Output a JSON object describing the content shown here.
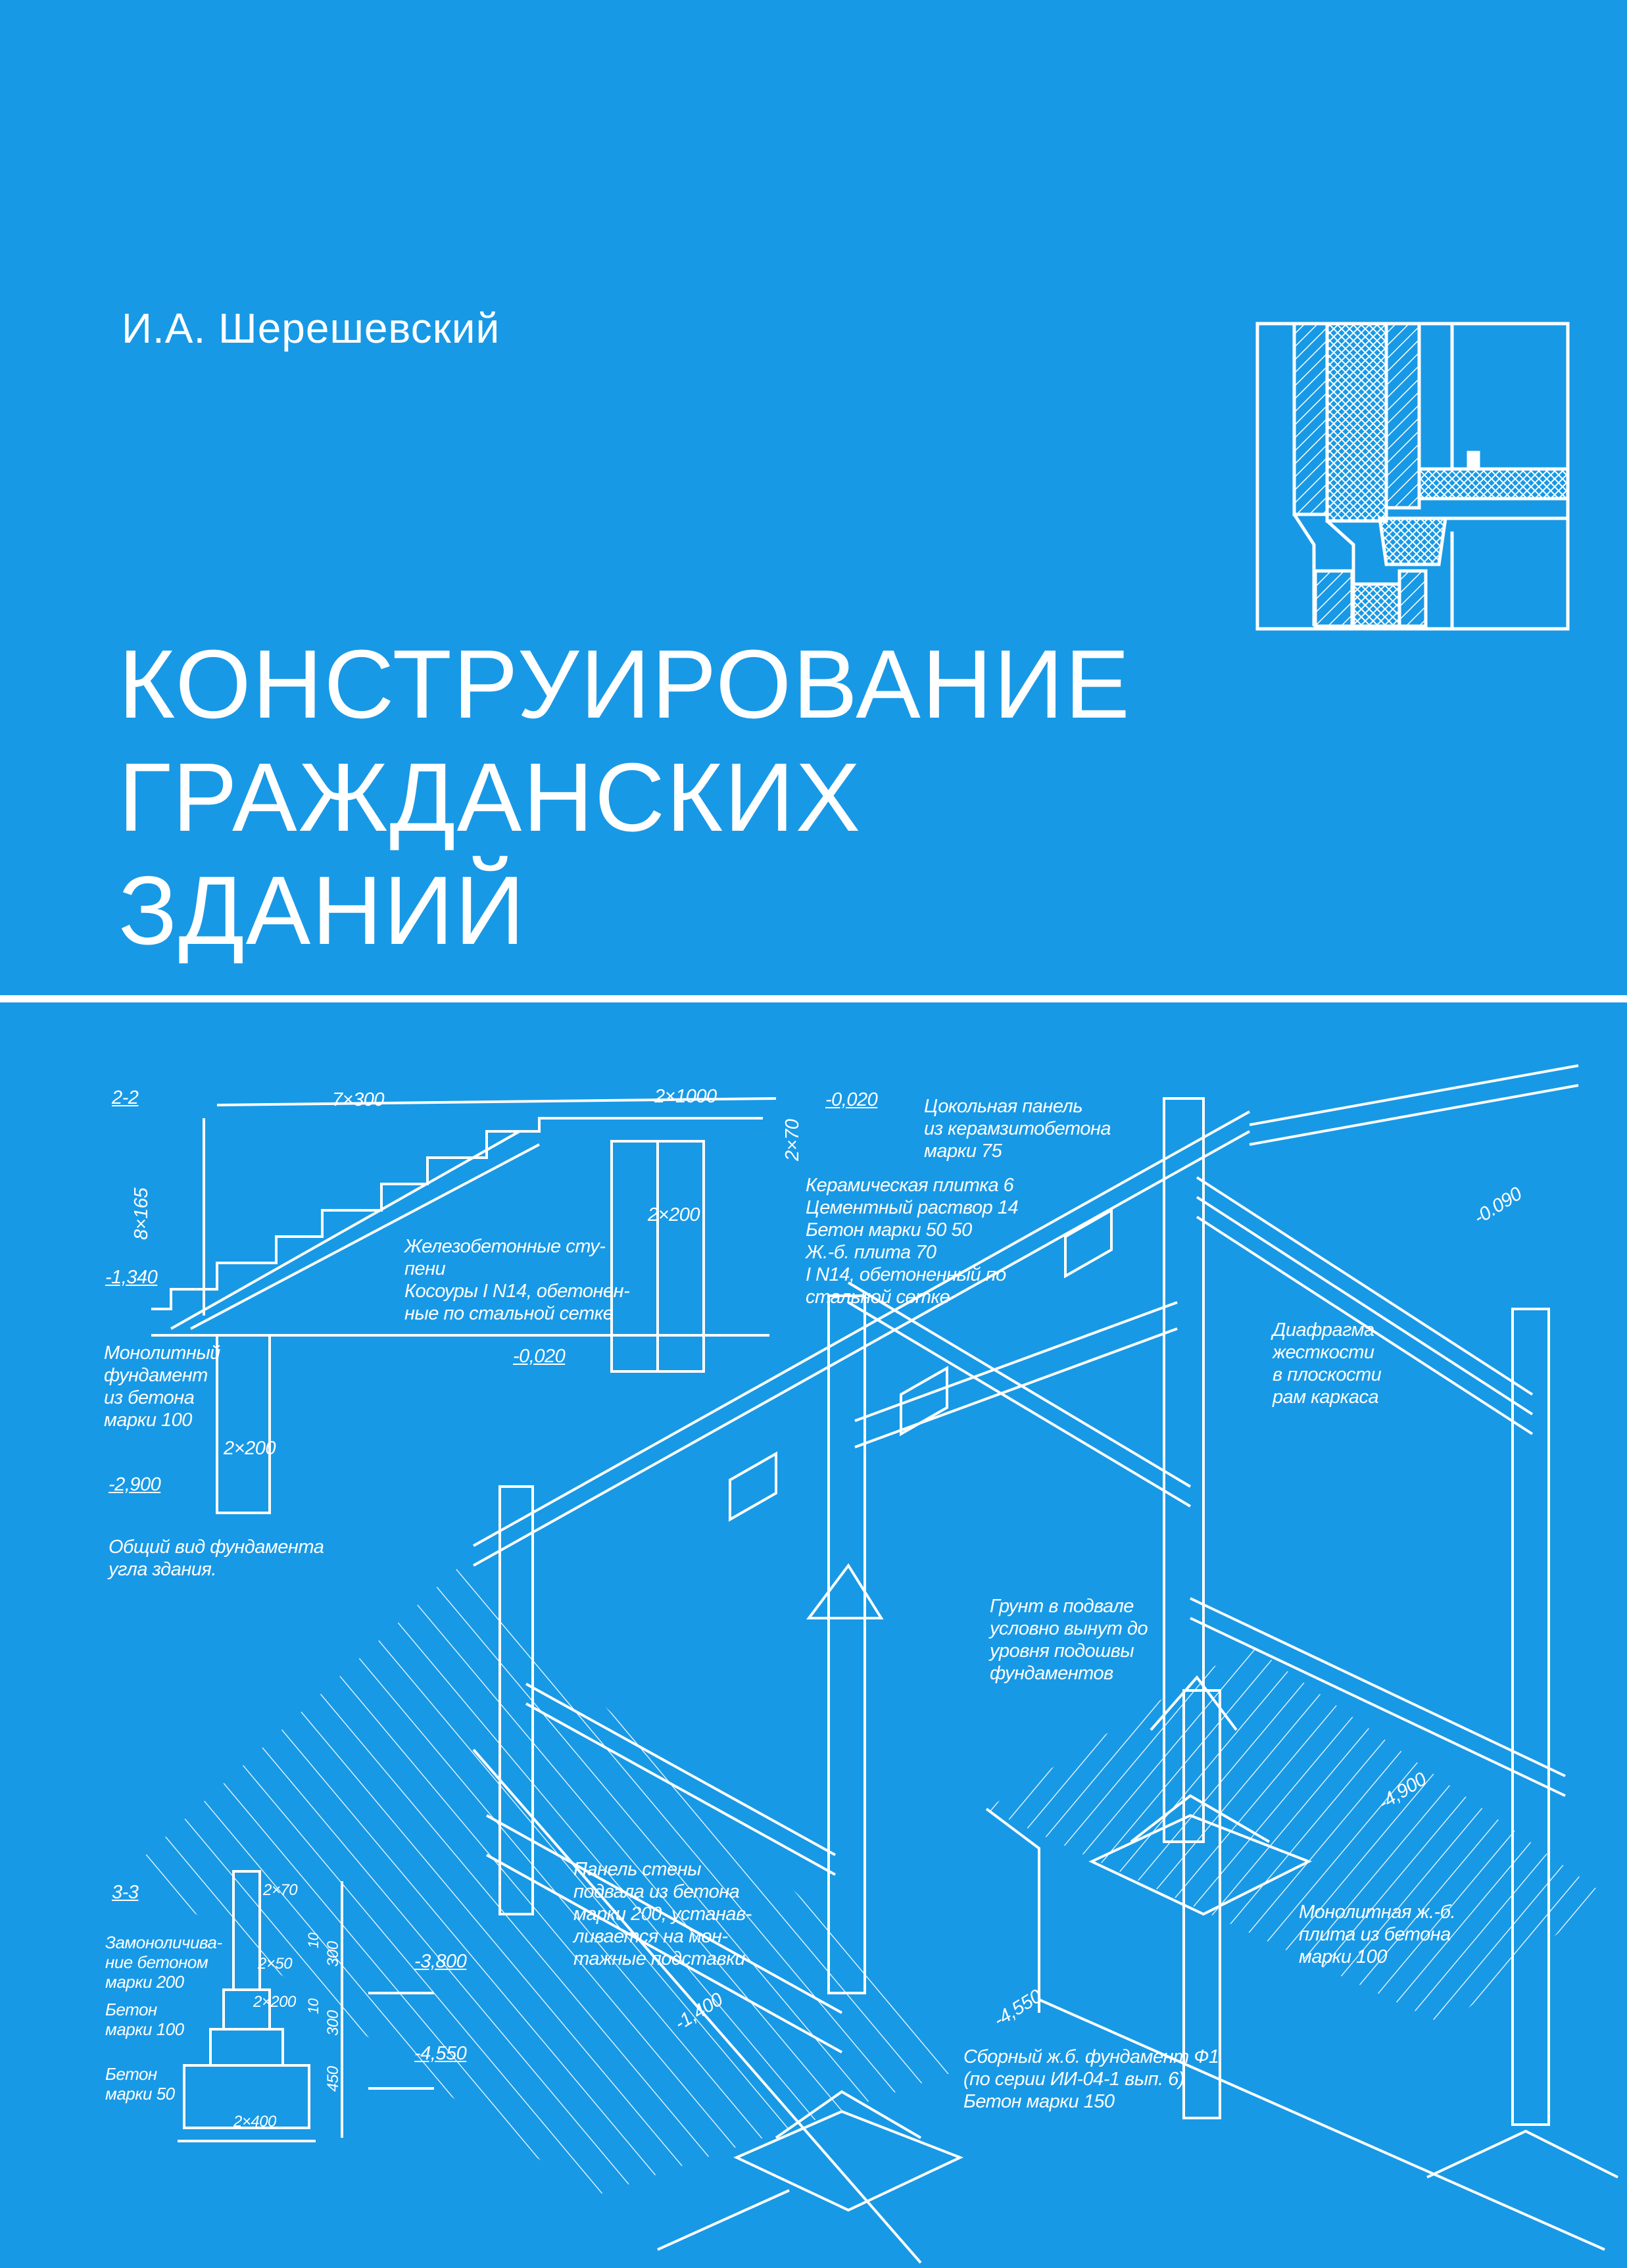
{
  "cover": {
    "author": "И.А. Шерешевский",
    "title_lines": [
      "КОНСТРУИРОВАНИЕ",
      "ГРАЖДАНСКИХ",
      "ЗДАНИЙ"
    ],
    "colors": {
      "background": "#1899e6",
      "line": "#ffffff"
    }
  },
  "section_2_2": {
    "label": "2-2",
    "dim_steps": "7×300",
    "dim_landing": "2×1000",
    "level_top": "-0,020",
    "dim_layers": "2×70",
    "dim_rise": "8×165",
    "level_bottom": "-1,340",
    "dim_wall": "2×200",
    "layers_note": [
      "Керамическая плитка 6",
      "Цементный раствор 14",
      "Бетон марки 50      50",
      "Ж.-б. плита          70",
      "I N14, обетоненный по",
      "стальной сетке"
    ],
    "steps_note": [
      "Железобетонные сту-",
      "пени",
      "Косоуры I N14, обетонен-",
      "ные по стальной сетке"
    ],
    "foundation_note": [
      "Монолитный",
      "фундамент",
      "из бетона",
      "марки 100"
    ],
    "dim_foundation": "2×200",
    "level_foundation": "-2,900",
    "caption": [
      "Общий вид фундамента",
      "угла здания."
    ]
  },
  "isometric": {
    "level_entry": "-0,020",
    "plinth_note": [
      "Цокольная панель",
      "из керамзитобетона",
      "марки 75"
    ],
    "level_slab": "-0.090",
    "diaphragm_note": [
      "Диафрагма",
      "жесткости",
      "в плоскости",
      "рам каркаса"
    ],
    "soil_note": [
      "Грунт в подвале",
      "условно вынут до",
      "уровня подошвы",
      "фундаментов"
    ],
    "level_basement": "-4,900",
    "slab_note": [
      "Монолитная ж.-б.",
      "плита из бетона",
      "марки 100"
    ],
    "level_footing": "-4,550",
    "footing_note": [
      "Сборный ж.б. фундамент  Ф1",
      "(по серии ИИ-04-1 вып. 6)",
      "Бетон марки 150"
    ],
    "wall_panel_note": [
      "Панель стены",
      "подвала из бетона",
      "марки 200, устанав-",
      "ливается на мон-",
      "тажные подставки"
    ],
    "level_wall": "-1,400"
  },
  "section_3_3": {
    "label": "3-3",
    "dim_a": "2×70",
    "dim_b": "10",
    "dim_c": "2×50",
    "dim_d": "300",
    "level_a": "-3,800",
    "dim_e": "10",
    "dim_f": "2×200",
    "dim_g": "300",
    "dim_h": "450",
    "level_b": "-4,550",
    "dim_i": "2×400",
    "note_a": [
      "Замоноличива-",
      "ние бетоном",
      "марки 200"
    ],
    "note_b": [
      "Бетон",
      "марки 100"
    ],
    "note_c": [
      "Бетон",
      "марки 50"
    ]
  }
}
